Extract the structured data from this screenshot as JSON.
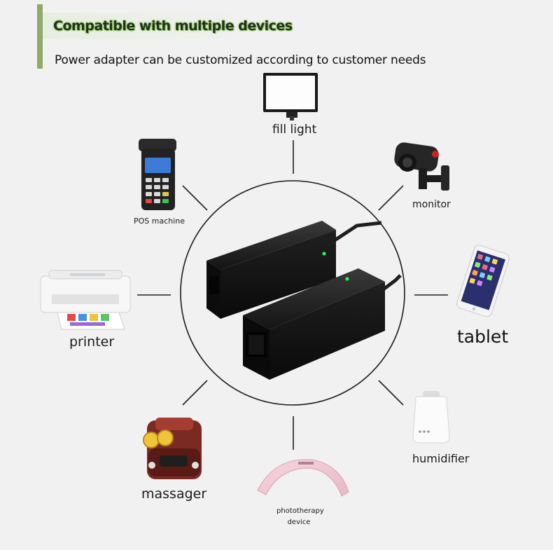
{
  "header": {
    "title": "Compatible with multiple devices",
    "subtitle": "Power adapter can be customized according to customer needs"
  },
  "devices": {
    "fill_light": "fill light",
    "monitor": "monitor",
    "pos_machine": "POS machine",
    "printer": "printer",
    "tablet": "tablet",
    "humidifier": "humidifier",
    "massager": "massager",
    "phototherapy_line1": "phototherapy",
    "phototherapy_line2": "device"
  },
  "colors": {
    "accent": "#8faa6a",
    "title_glow": "#9ccf6e",
    "led": "#2cf05a",
    "background": "#f1f1f1"
  }
}
